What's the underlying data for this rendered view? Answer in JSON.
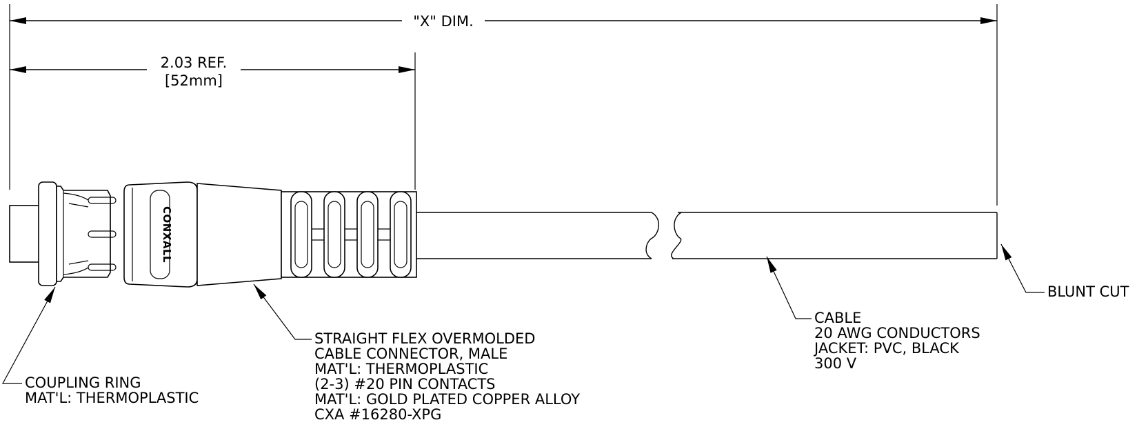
{
  "dimensions": {
    "overall": "\"X\" DIM.",
    "ref_inch": "2.03 REF.",
    "ref_mm": "[52mm]"
  },
  "logo_text": "CONXALL",
  "callouts": {
    "coupling_ring": {
      "lines": [
        "COUPLING RING",
        "MAT'L: THERMOPLASTIC"
      ]
    },
    "connector": {
      "lines": [
        "STRAIGHT FLEX OVERMOLDED",
        "CABLE CONNECTOR, MALE",
        "MAT'L: THERMOPLASTIC",
        "(2-3) #20 PIN CONTACTS",
        "MAT'L: GOLD PLATED COPPER ALLOY",
        "CXA #16280-XPG"
      ]
    },
    "cable": {
      "lines": [
        "CABLE",
        "20 AWG CONDUCTORS",
        "JACKET: PVC, BLACK",
        "300 V"
      ]
    },
    "blunt_cut": {
      "lines": [
        "BLUNT CUT"
      ]
    }
  }
}
